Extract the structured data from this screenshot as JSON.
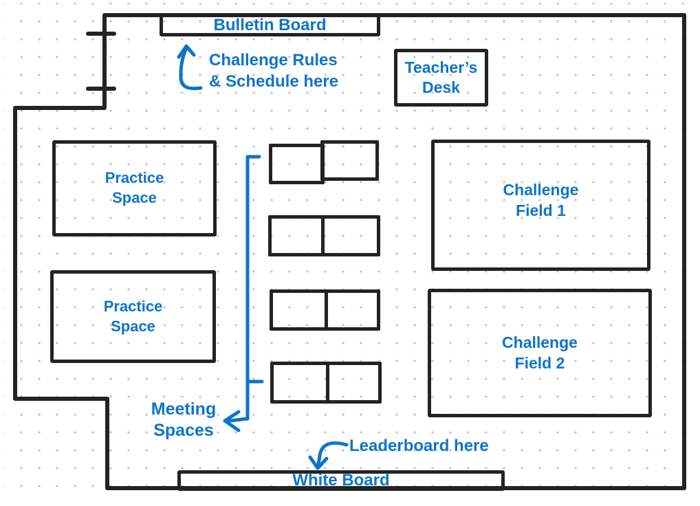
{
  "colors": {
    "annotation_blue": "#0f74c9",
    "wall_ink": "#232323",
    "dot_gray": "#c7c7c7",
    "background": "#ffffff"
  },
  "fixtures": {
    "bulletin_board": {
      "label": "Bulletin Board"
    },
    "teachers_desk": {
      "line1": "Teacher’s",
      "line2": "Desk"
    },
    "white_board": {
      "label": "White Board"
    }
  },
  "areas": {
    "practice_space_1": {
      "line1": "Practice",
      "line2": "Space"
    },
    "practice_space_2": {
      "line1": "Practice",
      "line2": "Space"
    },
    "challenge_field_1": {
      "line1": "Challenge",
      "line2": "Field 1"
    },
    "challenge_field_2": {
      "line1": "Challenge",
      "line2": "Field 2"
    }
  },
  "annotations": {
    "rules_note": {
      "line1": "Challenge Rules",
      "line2": "& Schedule here"
    },
    "meeting_note": {
      "line1": "Meeting",
      "line2": "Spaces"
    },
    "leaderboard_note": {
      "label": "Leaderboard here"
    }
  },
  "furniture": {
    "meeting_table_count": 4
  }
}
